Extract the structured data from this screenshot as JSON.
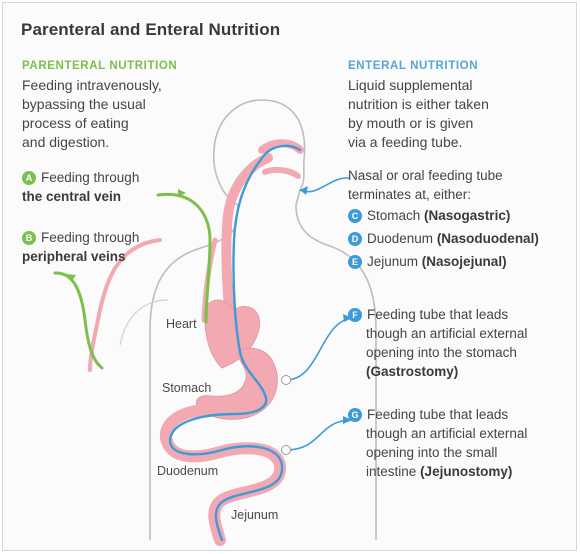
{
  "title": "Parenteral and Enteral Nutrition",
  "parenteral": {
    "heading": "PARENTERAL NUTRITION",
    "lines": [
      "Feeding intravenously,",
      "bypassing the usual",
      "process of eating",
      "and digestion."
    ],
    "items": [
      {
        "badge": "A",
        "line1": "Feeding through",
        "line2": "the central vein"
      },
      {
        "badge": "B",
        "line1": "Feeding through",
        "line2": "peripheral veins"
      }
    ]
  },
  "enteral": {
    "heading": "ENTERAL NUTRITION",
    "lines": [
      "Liquid supplemental",
      "nutrition is either taken",
      "by mouth or is given",
      "via a feeding tube."
    ],
    "tube_intro": [
      "Nasal or oral feeding tube",
      "terminates at, either:"
    ],
    "destinations": [
      {
        "badge": "C",
        "organ": "Stomach",
        "term": "(Nasogastric)"
      },
      {
        "badge": "D",
        "organ": "Duodenum",
        "term": "(Nasoduodenal)"
      },
      {
        "badge": "E",
        "organ": "Jejunum",
        "term": "(Nasojejunal)"
      }
    ],
    "ostomies": [
      {
        "badge": "F",
        "lines": [
          "Feeding tube that leads",
          "though an artificial external",
          "opening into the stomach"
        ],
        "term": "(Gastrostomy)"
      },
      {
        "badge": "G",
        "lines": [
          "Feeding tube that leads",
          "though an artificial external",
          "opening into the small"
        ],
        "last_prefix": "intestine",
        "term": "(Jejunostomy)"
      }
    ]
  },
  "organs": {
    "heart": "Heart",
    "stomach": "Stomach",
    "duodenum": "Duodenum",
    "jejunum": "Jejunum"
  },
  "colors": {
    "parenteral": "#7bbf4c",
    "enteral": "#3d9bd8",
    "anatomy": "#f2a9b2",
    "outline": "#b9b9b9"
  }
}
